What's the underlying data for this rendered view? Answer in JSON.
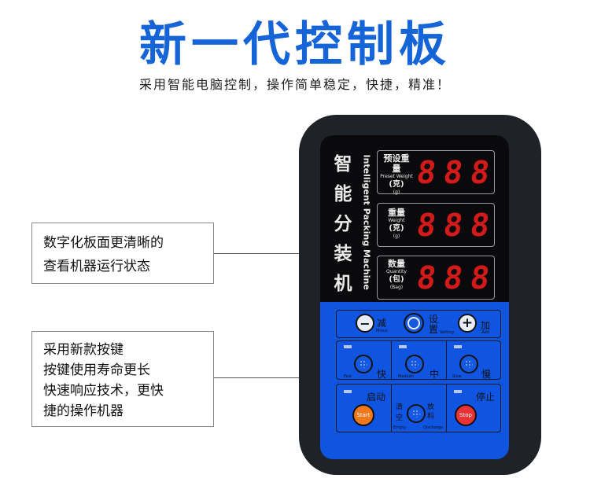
{
  "title": "新一代控制板",
  "subtitle": "采用智能电脑控制，操作简单稳定，快捷，精准！",
  "callouts": [
    {
      "lines": [
        "数字化板面更清晰的",
        "查看机器运行状态"
      ]
    },
    {
      "lines": [
        "采用新款按键",
        "按键使用寿命更长",
        "快速响应技术，更快",
        "捷的操作机器"
      ]
    }
  ],
  "device": {
    "brand_cn": "智能分装机",
    "brand_en": "Intelligent Packing Machine",
    "displays": [
      {
        "label_cn": "预设重量",
        "label_en": "Preset Weight",
        "unit_cn": "(克)",
        "unit_sub": "(g)",
        "digits": [
          "8",
          "8",
          "8"
        ]
      },
      {
        "label_cn": "重量",
        "label_en": "Weight",
        "unit_cn": "(克)",
        "unit_sub": "(g)",
        "digits": [
          "8",
          "8",
          "8"
        ]
      },
      {
        "label_cn": "数量",
        "label_en": "Quantity",
        "unit_cn": "(包)",
        "unit_sub": "(Bag)",
        "digits": [
          "8",
          "8",
          "8"
        ]
      }
    ],
    "adjust": {
      "minus_symbol": "−",
      "minus_cn": "减",
      "minus_en": "Minus",
      "set_cn_1": "设",
      "set_cn_2": "置",
      "set_en": "Setting",
      "plus_symbol": "+",
      "plus_cn": "加",
      "plus_en": "Add"
    },
    "speed": [
      {
        "cn": "快",
        "en": "Fast"
      },
      {
        "cn": "中",
        "en": "Medium"
      },
      {
        "cn": "慢",
        "en": "Slow"
      }
    ],
    "control": {
      "start_cn": "启动",
      "start_btn": "Start",
      "empty_cn_1": "清",
      "empty_cn_2": "空",
      "empty_en": "Empty",
      "discharge_cn": "放料",
      "discharge_en": "Discharge",
      "stop_cn": "停止",
      "stop_btn": "Stop"
    },
    "colors": {
      "panel": "#0f55e2",
      "digit": "#d31a1a",
      "start": "#f0781c",
      "stop": "#e83236"
    }
  }
}
